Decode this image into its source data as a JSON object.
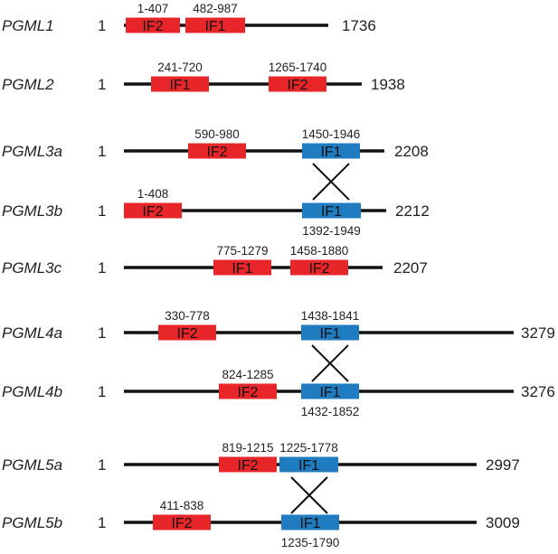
{
  "colors": {
    "IF1_red": "#e8262a",
    "IF1_blue": "#1f7cc1",
    "line": "#111111"
  },
  "genes": [
    {
      "name": "PGML1",
      "start": "1",
      "end": "1736",
      "domains": [
        {
          "label": "IF2",
          "range": "1-407",
          "color": "red",
          "range_pos": "above"
        },
        {
          "label": "IF1",
          "range": "482-987",
          "color": "red",
          "range_pos": "above"
        }
      ]
    },
    {
      "name": "PGML2",
      "start": "1",
      "end": "1938",
      "domains": [
        {
          "label": "IF1",
          "range": "241-720",
          "color": "red",
          "range_pos": "above"
        },
        {
          "label": "IF2",
          "range": "1265-1740",
          "color": "red",
          "range_pos": "above"
        }
      ]
    },
    {
      "name": "PGML3a",
      "start": "1",
      "end": "2208",
      "domains": [
        {
          "label": "IF2",
          "range": "590-980",
          "color": "red",
          "range_pos": "above"
        },
        {
          "label": "IF1",
          "range": "1450-1946",
          "color": "blue",
          "range_pos": "above"
        }
      ]
    },
    {
      "name": "PGML3b",
      "start": "1",
      "end": "2212",
      "domains": [
        {
          "label": "IF2",
          "range": "1-408",
          "color": "red",
          "range_pos": "above"
        },
        {
          "label": "IF1",
          "range": "1392-1949",
          "color": "blue",
          "range_pos": "below"
        }
      ]
    },
    {
      "name": "PGML3c",
      "start": "1",
      "end": "2207",
      "domains": [
        {
          "label": "IF1",
          "range": "775-1279",
          "color": "red",
          "range_pos": "above"
        },
        {
          "label": "IF2",
          "range": "1458-1880",
          "color": "red",
          "range_pos": "above"
        }
      ]
    },
    {
      "name": "PGML4a",
      "start": "1",
      "end": "3279",
      "domains": [
        {
          "label": "IF2",
          "range": "330-778",
          "color": "red",
          "range_pos": "above"
        },
        {
          "label": "IF1",
          "range": "1438-1841",
          "color": "blue",
          "range_pos": "above"
        }
      ]
    },
    {
      "name": "PGML4b",
      "start": "1",
      "end": "3276",
      "domains": [
        {
          "label": "IF2",
          "range": "824-1285",
          "color": "red",
          "range_pos": "above"
        },
        {
          "label": "IF1",
          "range": "1432-1852",
          "color": "blue",
          "range_pos": "below"
        }
      ]
    },
    {
      "name": "PGML5a",
      "start": "1",
      "end": "2997",
      "domains": [
        {
          "label": "IF2",
          "range": "819-1215",
          "color": "red",
          "range_pos": "above"
        },
        {
          "label": "IF1",
          "range": "1225-1778",
          "color": "blue",
          "range_pos": "above"
        }
      ]
    },
    {
      "name": "PGML5b",
      "start": "1",
      "end": "3009",
      "domains": [
        {
          "label": "IF2",
          "range": "411-838",
          "color": "red",
          "range_pos": "above"
        },
        {
          "label": "IF1",
          "range": "1235-1790",
          "color": "blue",
          "range_pos": "below"
        }
      ]
    }
  ],
  "swaps": [
    {
      "between": [
        "PGML3a",
        "PGML3b"
      ]
    },
    {
      "between": [
        "PGML4a",
        "PGML4b"
      ]
    },
    {
      "between": [
        "PGML5a",
        "PGML5b"
      ]
    }
  ]
}
